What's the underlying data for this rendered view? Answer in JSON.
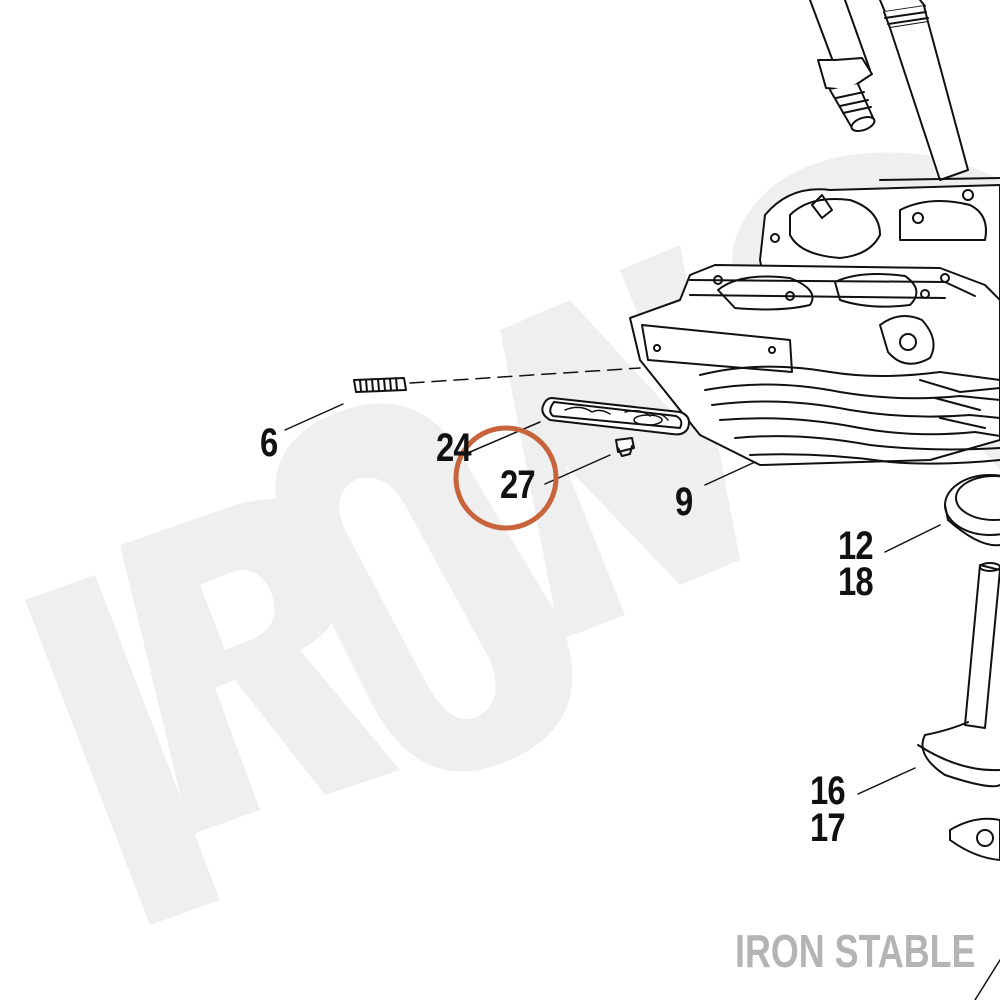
{
  "callouts": {
    "c6": "6",
    "c24": "24",
    "c27": "27",
    "c9": "9",
    "c12": "12",
    "c18": "18",
    "c16": "16",
    "c17": "17"
  },
  "watermark": "IRON STABLE",
  "brand_text": "IRON STABLE",
  "colors": {
    "highlight_ring": "#c8643c",
    "watermark": "#efefef",
    "brand_text": "#b4b4b4",
    "line": "#111111"
  },
  "highlighted_part": "27"
}
